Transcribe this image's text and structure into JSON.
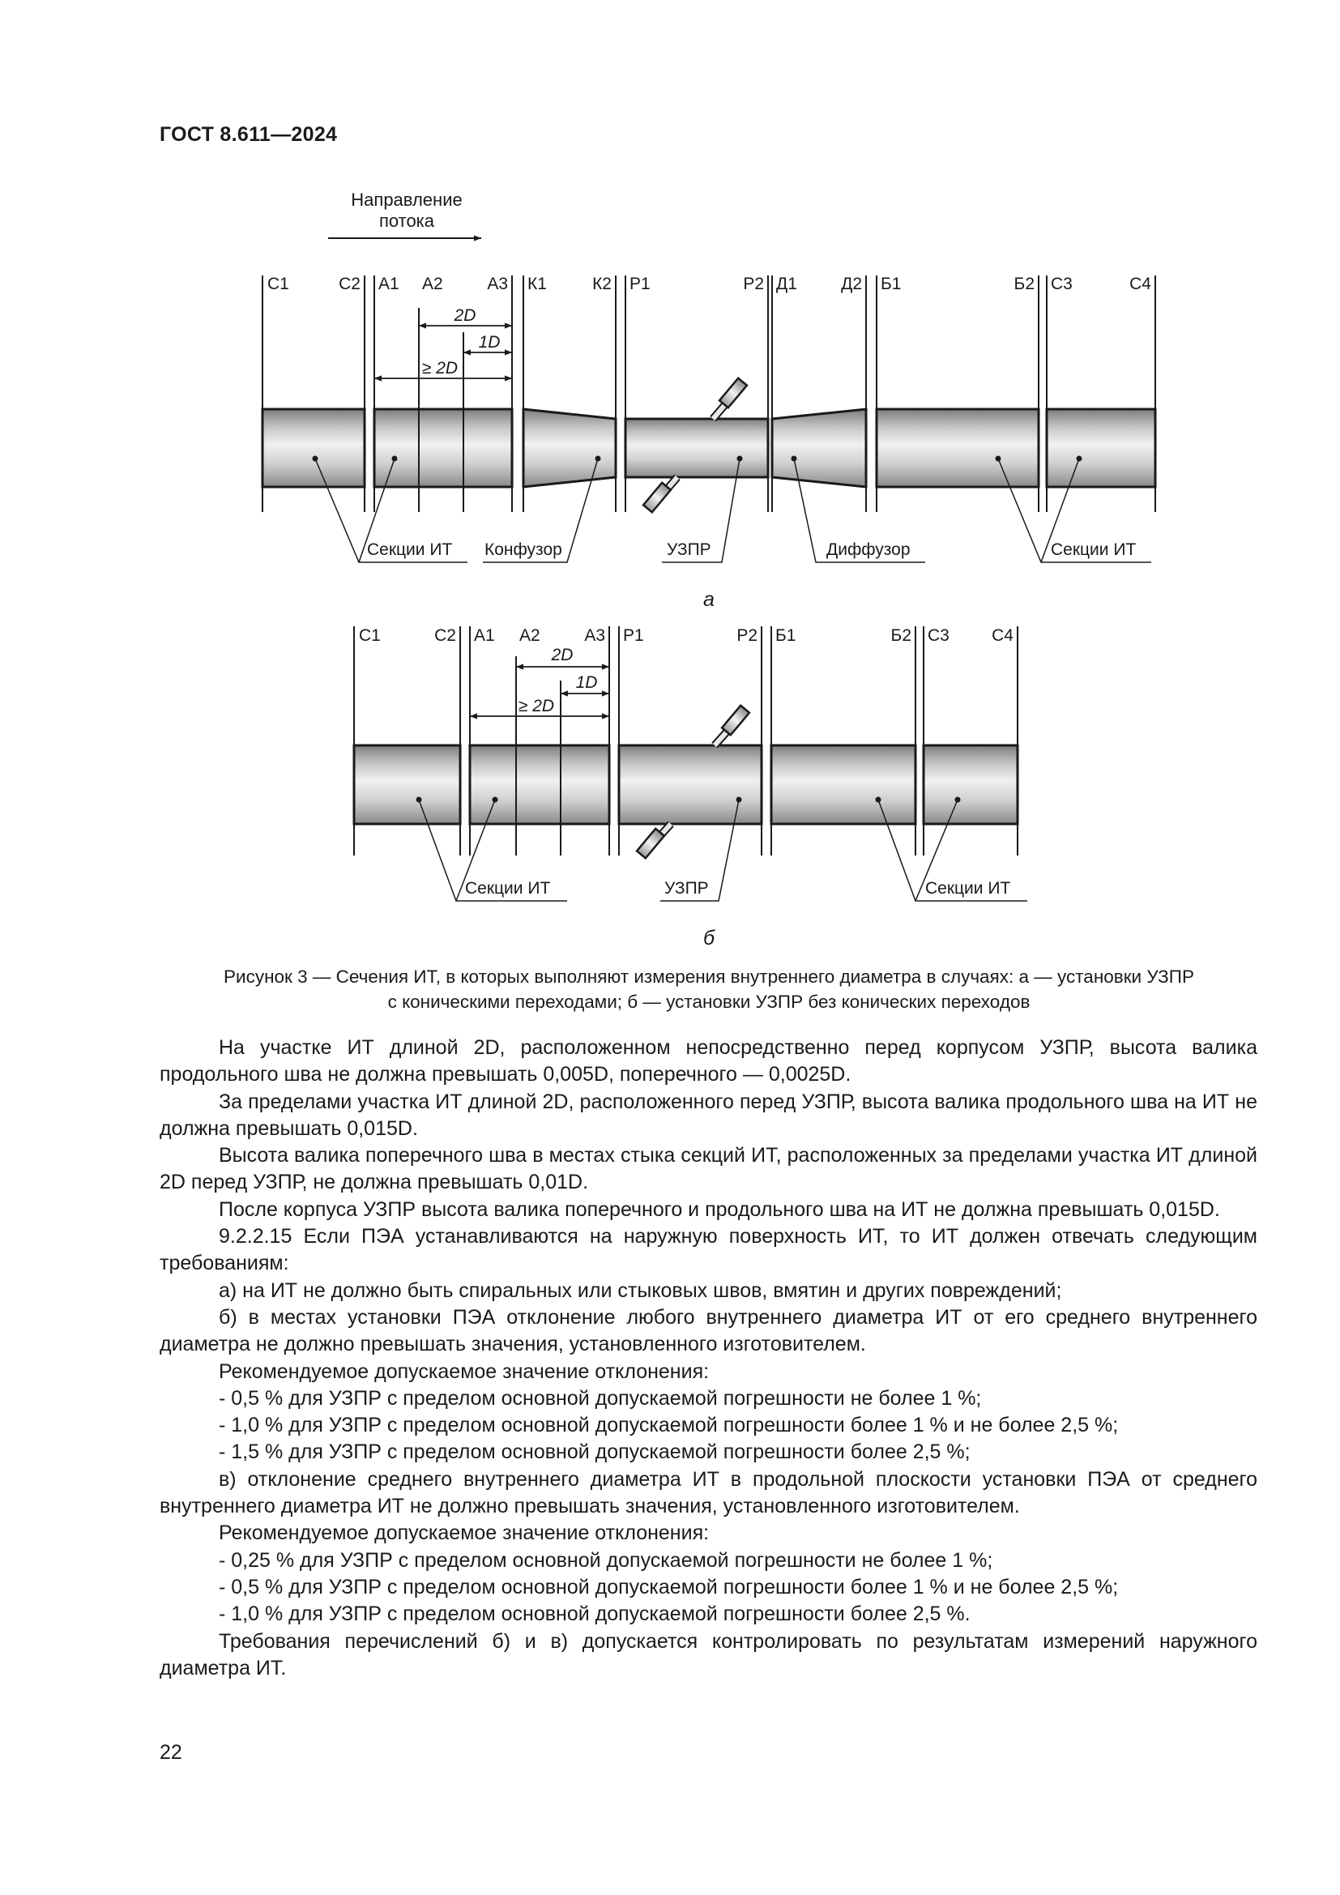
{
  "header": {
    "doc_id": "ГОСТ 8.611—2024"
  },
  "figure": {
    "flow_label_line1": "Направление",
    "flow_label_line2": "потока",
    "a": {
      "section_marks": [
        "С1",
        "С2",
        "А1",
        "А2",
        "А3",
        "К1",
        "К2",
        "Р1",
        "Р2",
        "Д1",
        "Д2",
        "Б1",
        "Б2",
        "С3",
        "С4"
      ],
      "dims": [
        "2D",
        "1D",
        "≥ 2D"
      ],
      "callouts": [
        "Секции ИТ",
        "Конфузор",
        "УЗПР",
        "Диффузор",
        "Секции ИТ"
      ],
      "panel_label": "а"
    },
    "b": {
      "section_marks": [
        "С1",
        "С2",
        "А1",
        "А2",
        "А3",
        "Р1",
        "Р2",
        "Б1",
        "Б2",
        "С3",
        "С4"
      ],
      "dims": [
        "2D",
        "1D",
        "≥ 2D"
      ],
      "callouts": [
        "Секции ИТ",
        "УЗПР",
        "Секции ИТ"
      ],
      "panel_label": "б"
    }
  },
  "caption": {
    "line1": "Рисунок 3 — Сечения ИТ, в которых выполняют измерения внутреннего диаметра в случаях: а — установки УЗПР",
    "line2": "с коническими переходами; б — установки УЗПР без конических переходов"
  },
  "paragraphs": [
    "На участке ИТ длиной 2D, расположенном непосредственно перед корпусом УЗПР, высота валика продольного шва не должна превышать 0,005D, поперечного — 0,0025D.",
    "За пределами участка ИТ длиной 2D, расположенного перед УЗПР, высота валика продольного шва на ИТ не должна превышать 0,015D.",
    "Высота валика поперечного шва в местах стыка секций ИТ, расположенных за пределами участка ИТ длиной 2D перед УЗПР, не должна превышать 0,01D.",
    "После корпуса УЗПР высота валика поперечного и продольного шва на ИТ не должна превышать 0,015D.",
    "9.2.2.15 Если ПЭА устанавливаются на наружную поверхность ИТ, то ИТ должен отвечать следующим требованиям:",
    "а) на ИТ не должно быть спиральных или стыковых швов, вмятин и других повреждений;",
    "б) в местах установки ПЭА отклонение любого внутреннего диаметра ИТ от его среднего внутреннего диаметра не должно превышать значения, установленного изготовителем.",
    "Рекомендуемое допускаемое значение отклонения:",
    "- 0,5 % для УЗПР с пределом основной допускаемой погрешности не более 1 %;",
    "- 1,0 % для УЗПР с пределом основной допускаемой погрешности более 1 % и не более 2,5 %;",
    "- 1,5 % для УЗПР с пределом основной допускаемой погрешности более 2,5 %;",
    "в) отклонение среднего внутреннего диаметра ИТ в продольной плоскости установки ПЭА от среднего внутреннего диаметра ИТ не должно превышать значения, установленного изготовителем.",
    "Рекомендуемое допускаемое значение отклонения:",
    "- 0,25 % для УЗПР с пределом основной допускаемой погрешности не более 1 %;",
    "- 0,5 % для УЗПР с пределом основной допускаемой погрешности более 1 % и не более 2,5 %;",
    "- 1,0 % для УЗПР с пределом основной допускаемой погрешности более 2,5 %.",
    "Требования перечислений б) и в) допускается контролировать по результатам измерений наружного диаметра ИТ."
  ],
  "page_number": "22"
}
